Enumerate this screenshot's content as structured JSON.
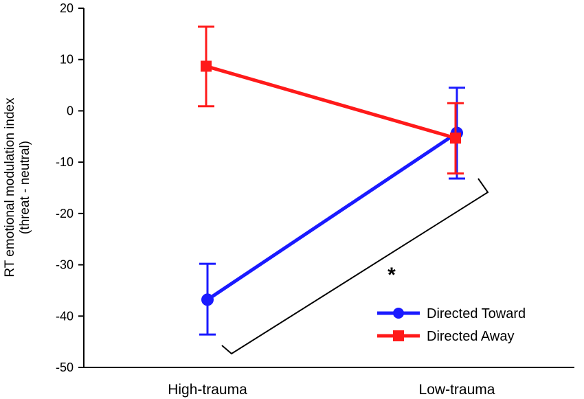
{
  "chart_data": {
    "type": "line",
    "categories": [
      "High-trauma",
      "Low-trauma"
    ],
    "ylabel_line1": "RT emotional modulation index",
    "ylabel_line2": "(threat - neutral)",
    "ylim": [
      -50,
      20
    ],
    "yticks": [
      20,
      10,
      0,
      -10,
      -20,
      -30,
      -40,
      -50
    ],
    "grid": false,
    "legend_position": "lower-right",
    "series": [
      {
        "name": "Directed Toward",
        "color": "#1a1aff",
        "marker": "circle",
        "values": [
          -36.8,
          -4.3
        ],
        "err_upper": [
          -29.8,
          4.5
        ],
        "err_lower": [
          -43.6,
          -13.2
        ]
      },
      {
        "name": "Directed Away",
        "color": "#ff1a1a",
        "marker": "square",
        "values": [
          8.7,
          -5.3
        ],
        "err_upper": [
          16.4,
          1.5
        ],
        "err_lower": [
          0.9,
          -12.2
        ]
      }
    ],
    "annotation": "*"
  }
}
